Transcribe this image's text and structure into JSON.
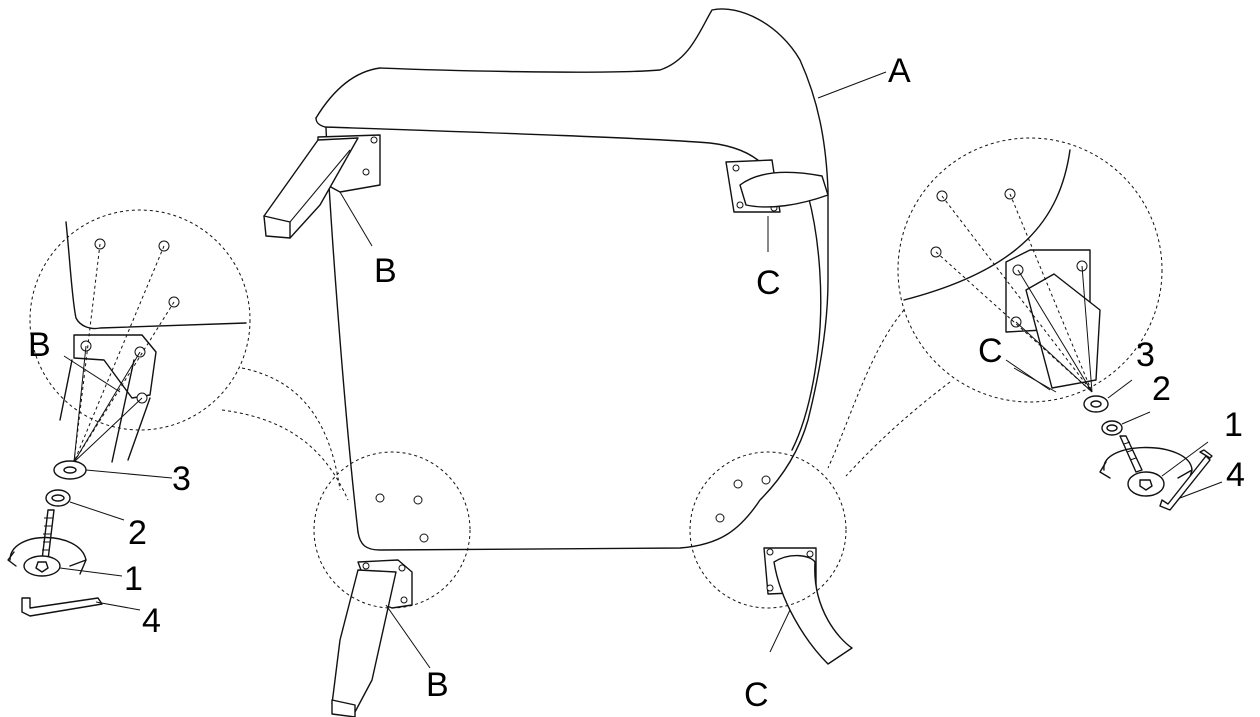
{
  "labels": {
    "seat": "A",
    "front_leg": "B",
    "back_leg": "C",
    "bolt": "1",
    "spring_washer": "2",
    "flat_washer": "3",
    "allen_key": "4"
  }
}
